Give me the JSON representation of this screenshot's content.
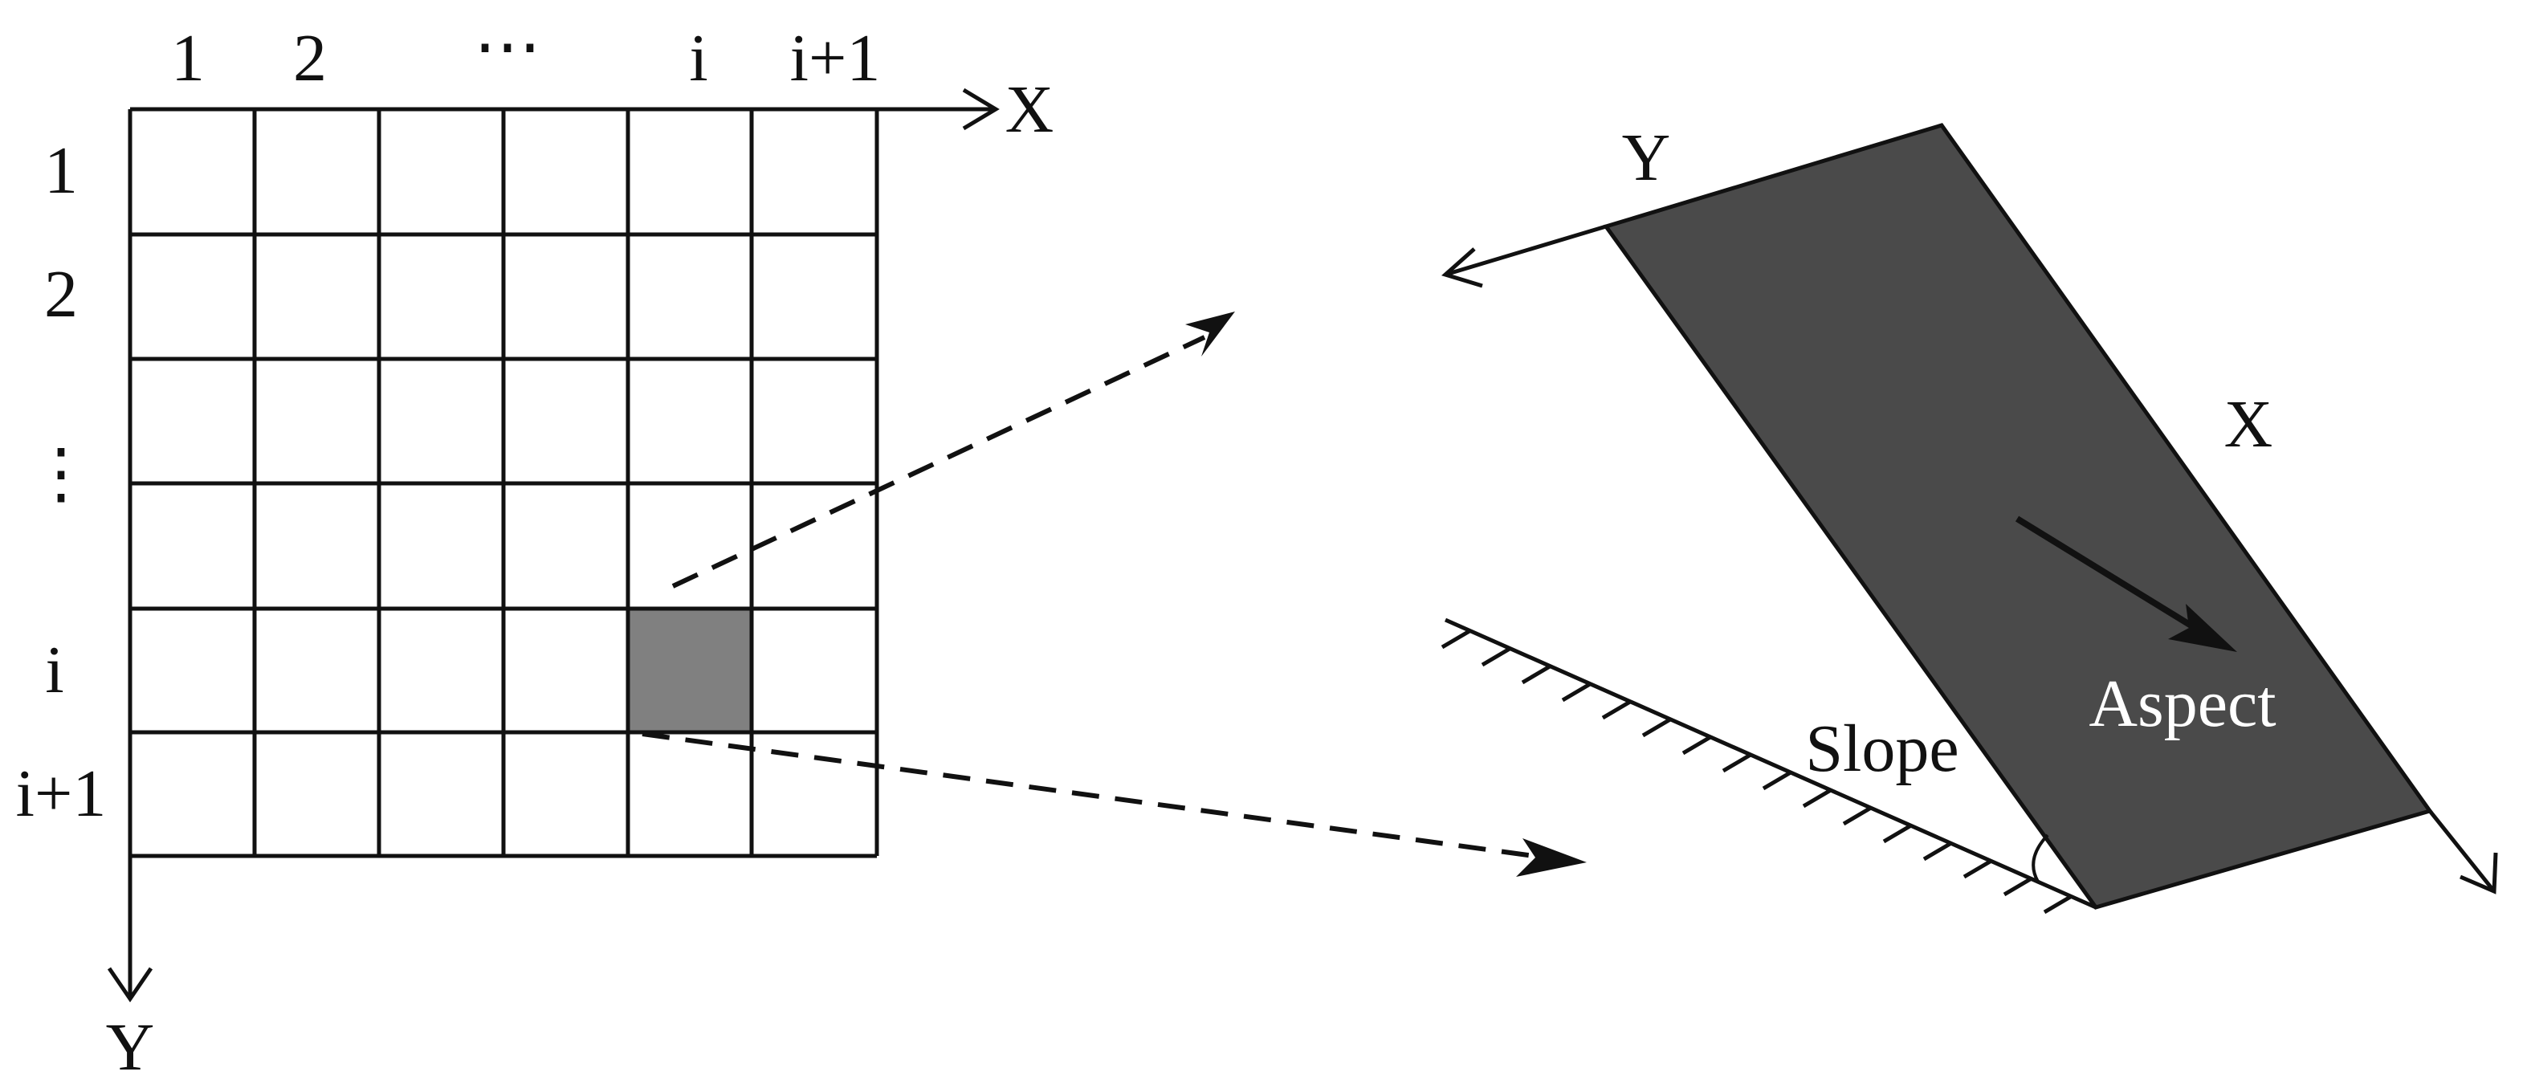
{
  "grid": {
    "column_labels": [
      "1",
      "2",
      "⋯",
      "i",
      "i+1"
    ],
    "row_labels": [
      "1",
      "2",
      "⋮",
      "i",
      "i+1"
    ],
    "x_axis_label": "X",
    "y_axis_label": "Y",
    "rows": 6,
    "columns": 6,
    "highlighted_cell": {
      "row": 5,
      "column": 5
    }
  },
  "surface": {
    "y_axis_label": "Y",
    "x_axis_label": "X",
    "slope_label": "Slope",
    "aspect_label": "Aspect"
  },
  "colors": {
    "line": "#111111",
    "highlighted_cell": "#808080",
    "surface_fill": "#4a4a4a",
    "surface_text": "#ffffff"
  }
}
